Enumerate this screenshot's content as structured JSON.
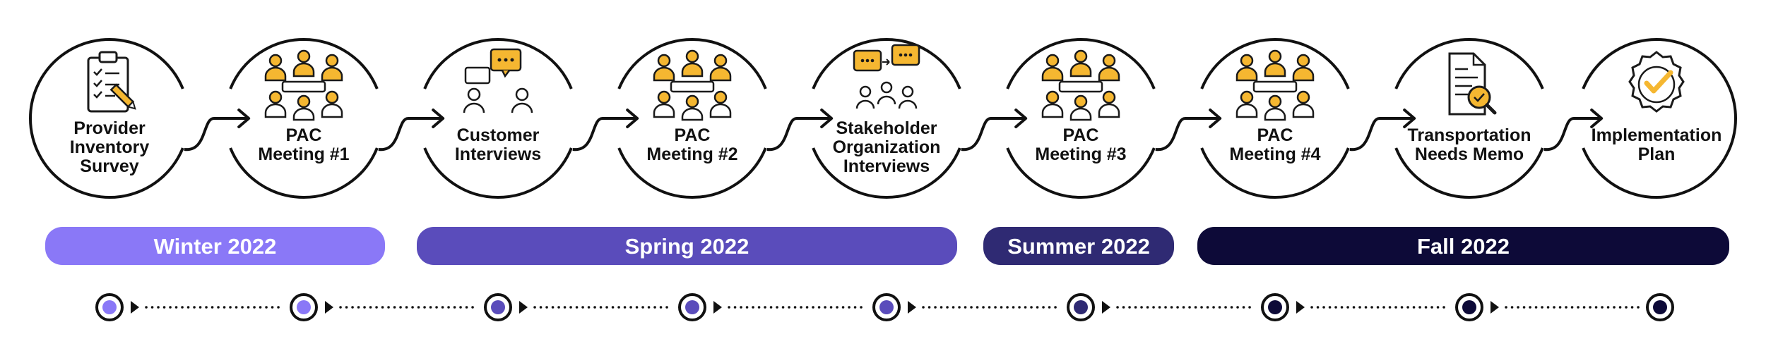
{
  "colors": {
    "ring": "#111111",
    "icon_fill": "#f5b731",
    "icon_stroke": "#1a1a1a",
    "winter": "#8a78f7",
    "spring": "#5a4cbb",
    "summer": "#2f2a73",
    "fall": "#0d0a38"
  },
  "steps": [
    {
      "lines": [
        "Provider",
        "Inventory",
        "Survey"
      ],
      "icon": "clipboard-checklist-icon"
    },
    {
      "lines": [
        "PAC",
        "Meeting #1"
      ],
      "icon": "team-meeting-icon"
    },
    {
      "lines": [
        "Customer",
        "Interviews"
      ],
      "icon": "conversation-icon"
    },
    {
      "lines": [
        "PAC",
        "Meeting #2"
      ],
      "icon": "team-meeting-icon"
    },
    {
      "lines": [
        "Stakeholder",
        "Organization",
        "Interviews"
      ],
      "icon": "group-conversation-icon"
    },
    {
      "lines": [
        "PAC",
        "Meeting #3"
      ],
      "icon": "team-meeting-icon"
    },
    {
      "lines": [
        "PAC",
        "Meeting #4"
      ],
      "icon": "team-meeting-icon"
    },
    {
      "lines": [
        "Transportation",
        "Needs Memo"
      ],
      "icon": "document-review-icon"
    },
    {
      "lines": [
        "Implementation",
        "Plan"
      ],
      "icon": "check-badge-icon"
    }
  ],
  "seasons": [
    {
      "label": "Winter 2022",
      "color": "#8a78f7"
    },
    {
      "label": "Spring 2022",
      "color": "#5a4cbb"
    },
    {
      "label": "Summer 2022",
      "color": "#2f2a73"
    },
    {
      "label": "Fall 2022",
      "color": "#0d0a38"
    }
  ],
  "timeline_dot_colors": [
    "#8a78f7",
    "#8a78f7",
    "#5a4cbb",
    "#5a4cbb",
    "#5a4cbb",
    "#2f2a73",
    "#0d0a38",
    "#0d0a38",
    "#0d0a38"
  ]
}
